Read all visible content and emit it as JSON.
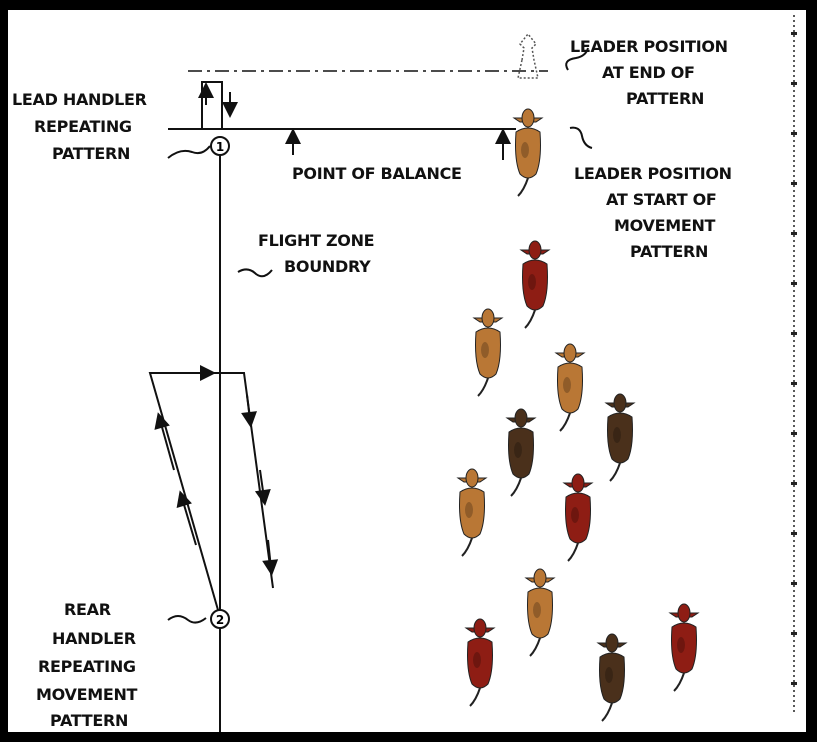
{
  "labels": {
    "lead_handler": [
      "LEAD HANDLER",
      "REPEATING",
      "PATTERN"
    ],
    "leader_end": [
      "LEADER POSITION",
      "AT END OF",
      "PATTERN"
    ],
    "point_of_balance": "POINT OF BALANCE",
    "leader_start": [
      "LEADER POSITION",
      "AT START OF",
      "MOVEMENT",
      "PATTERN"
    ],
    "flight_zone": [
      "FLIGHT ZONE",
      "BOUNDRY"
    ],
    "rear_handler": [
      "REAR",
      "HANDLER",
      "REPEATING",
      "MOVEMENT",
      "PATTERN"
    ],
    "handler_1": "1",
    "handler_2": "2"
  },
  "colors": {
    "tan": "#b97735",
    "red": "#8e1d14",
    "dark": "#4a301b",
    "line": "#111111"
  }
}
